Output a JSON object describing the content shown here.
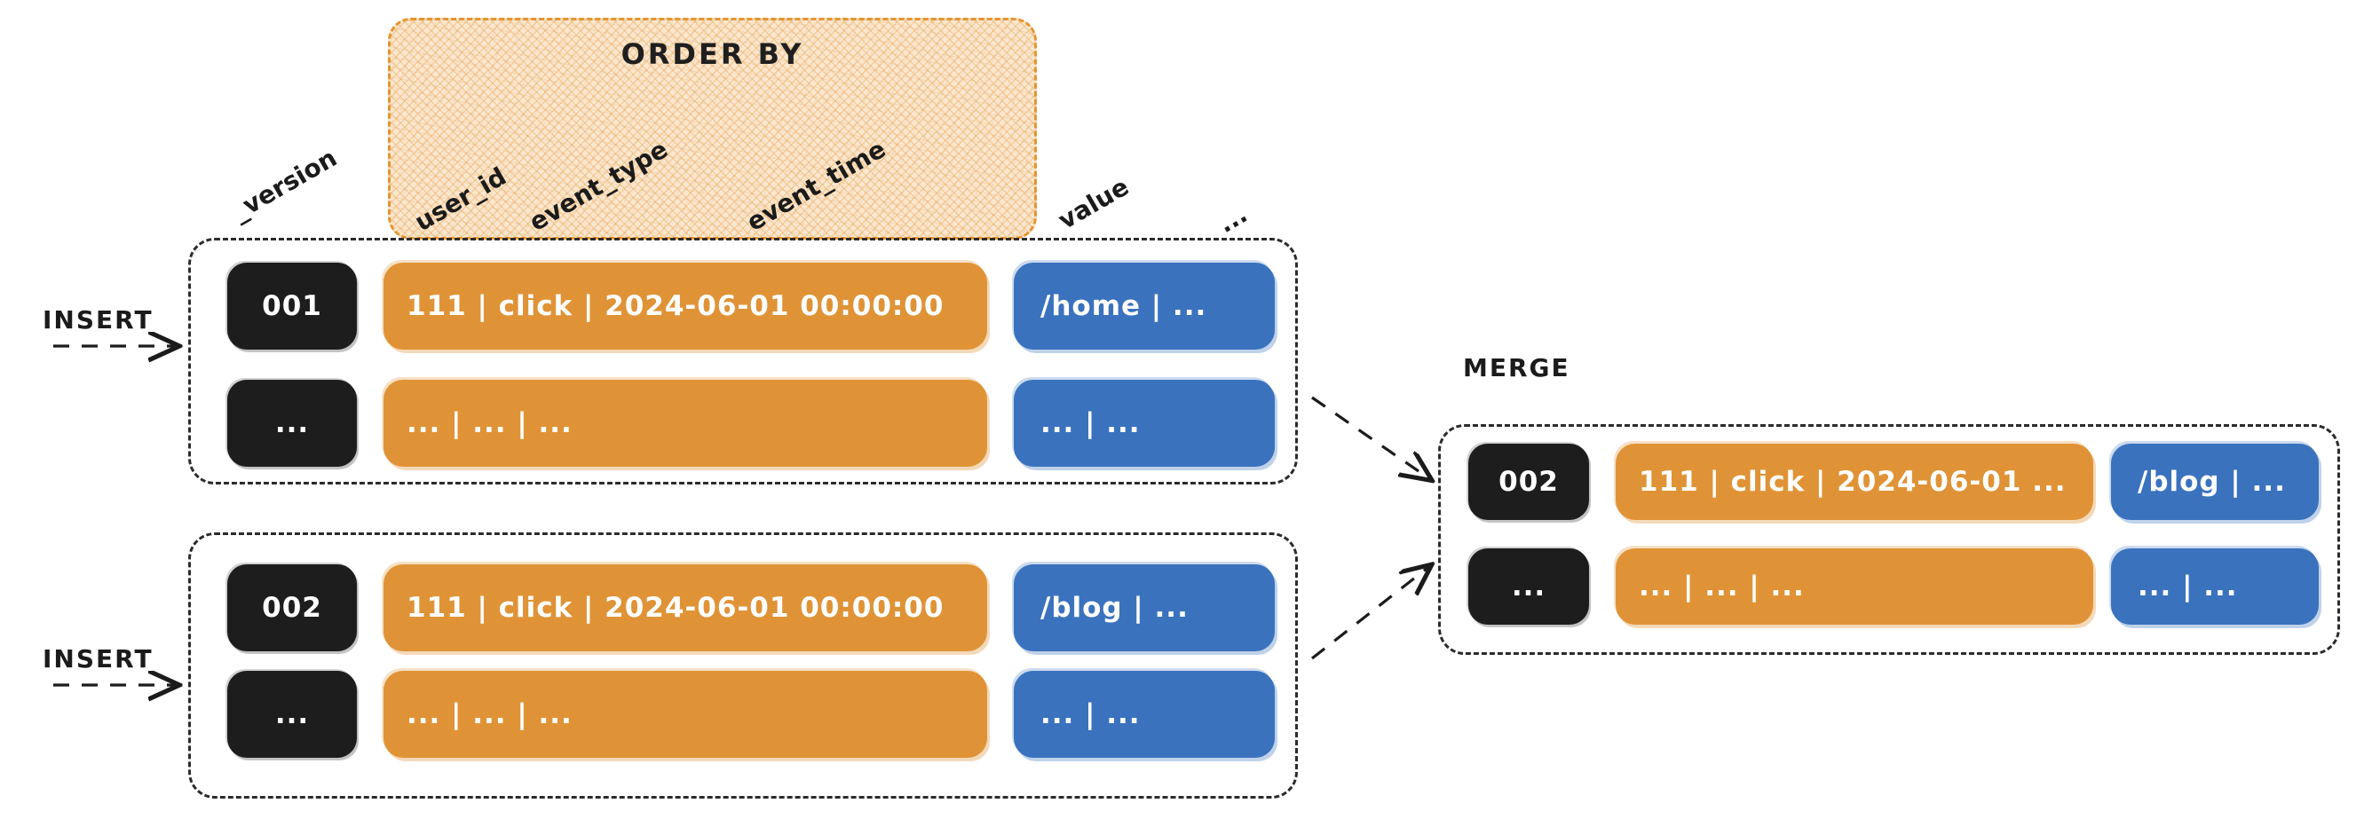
{
  "diagram": {
    "title_order_by": "ORDER BY",
    "merge_label": "MERGE",
    "insert_label": "INSERT",
    "colors": {
      "orange": "#E09336",
      "blue": "#3A72BE",
      "black": "#1D1D1D",
      "hatch_fill": "#FBE7CE",
      "hatch_border": "#E6952F",
      "dashed_border": "#2B2B2B"
    },
    "columns": [
      {
        "name": "_version",
        "in_order_by": false
      },
      {
        "name": "user_id",
        "in_order_by": true
      },
      {
        "name": "event_type",
        "in_order_by": true
      },
      {
        "name": "event_time",
        "in_order_by": true
      },
      {
        "name": "value",
        "in_order_by": false
      },
      {
        "name": "...",
        "in_order_by": false
      }
    ],
    "insert_blocks": [
      {
        "label": "INSERT",
        "rows": [
          {
            "version": "001",
            "key": "111  |  click  | 2024-06-01 00:00:00",
            "value": "/home   |  ..."
          },
          {
            "version": "...",
            "key": "...   |  ...     |  ...",
            "value": "...      |  ..."
          }
        ]
      },
      {
        "label": "INSERT",
        "rows": [
          {
            "version": "002",
            "key": "111  |  click  | 2024-06-01 00:00:00",
            "value": "/blog   |  ..."
          },
          {
            "version": "...",
            "key": "...   |  ...     |  ...",
            "value": "...      |  ..."
          }
        ]
      }
    ],
    "merge_block": {
      "label": "MERGE",
      "rows": [
        {
          "version": "002",
          "key": "111   |   click   | 2024-06-01 ...",
          "value": "/blog   |  ..."
        },
        {
          "version": "...",
          "key": "...   |   ...      |  ...",
          "value": "...       |   ..."
        }
      ]
    }
  }
}
